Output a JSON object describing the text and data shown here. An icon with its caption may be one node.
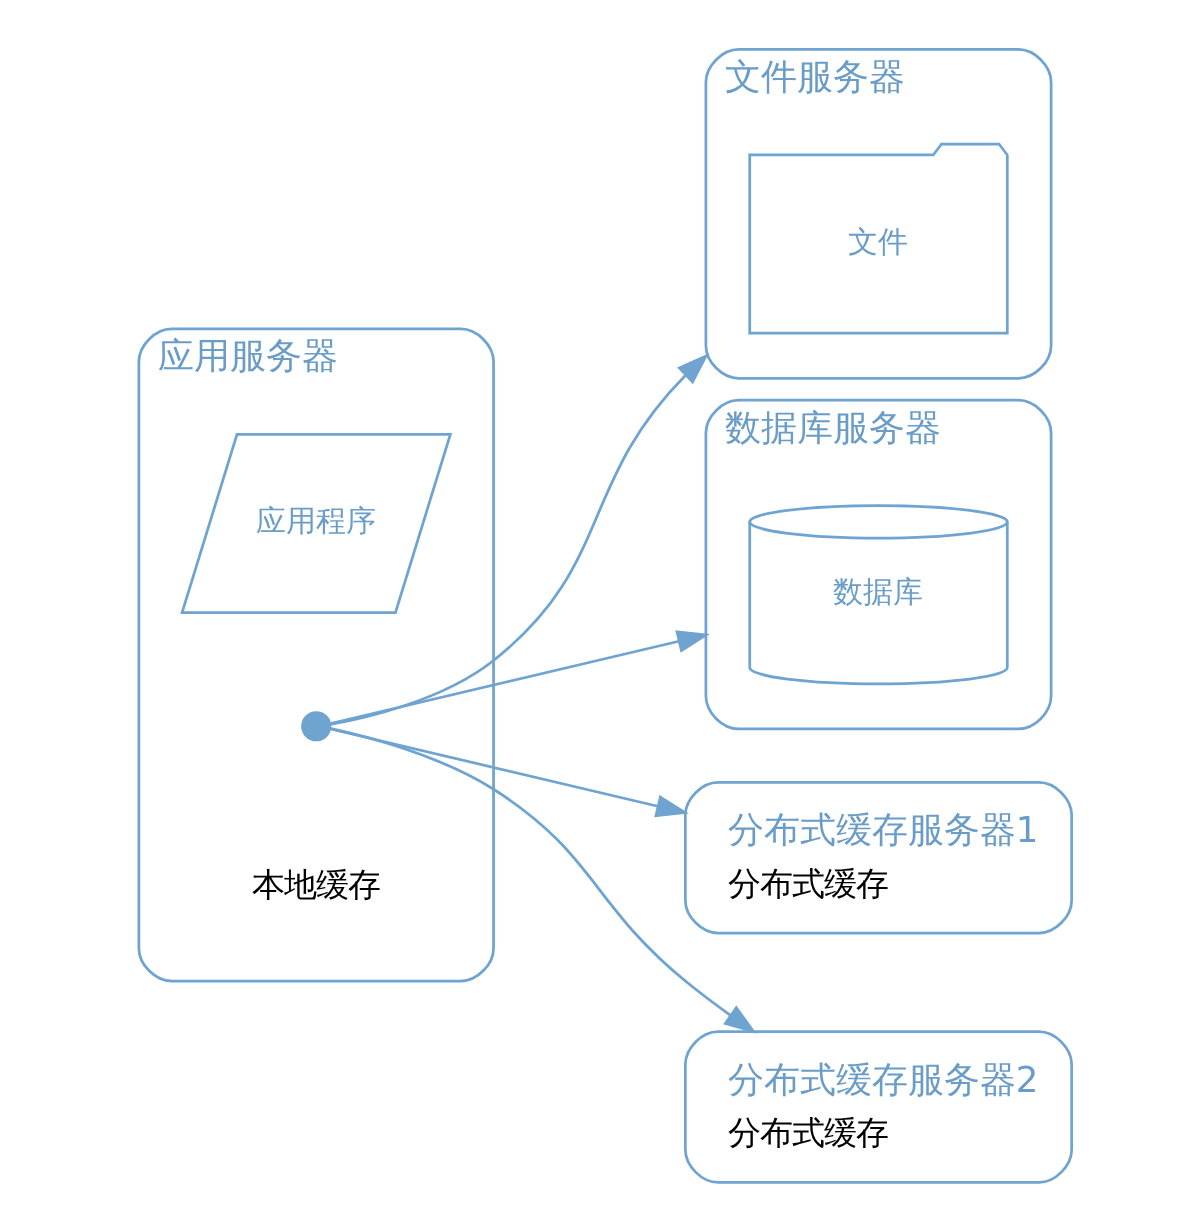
{
  "diagram": {
    "nodes": [
      {
        "text": [
          "应用服务器",
          "本地缓存"
        ]
      },
      {
        "text": [
          "应用程序"
        ],
        "in": 0
      },
      {
        "text": [],
        "shape": "circle",
        "in": 0
      },
      {
        "text": [
          "文件服务器"
        ]
      },
      {
        "text": [
          "文件"
        ],
        "in": 3
      },
      {
        "text": [
          "数据库服务器"
        ]
      },
      {
        "text": [
          "数据库"
        ],
        "in": 5
      },
      {
        "text": [
          "分布式缓存服务器1",
          "分布式缓存"
        ]
      },
      {
        "text": [
          "分布式缓存服务器2",
          "分布式缓存"
        ]
      }
    ],
    "edges": [
      {
        "from": 2,
        "to": 3,
        "arrow": "to"
      },
      {
        "from": 2,
        "to": 5,
        "arrow": "to"
      },
      {
        "from": 2,
        "to": 7,
        "arrow": "to"
      },
      {
        "from": 2,
        "to": 8,
        "arrow": "to"
      }
    ]
  }
}
